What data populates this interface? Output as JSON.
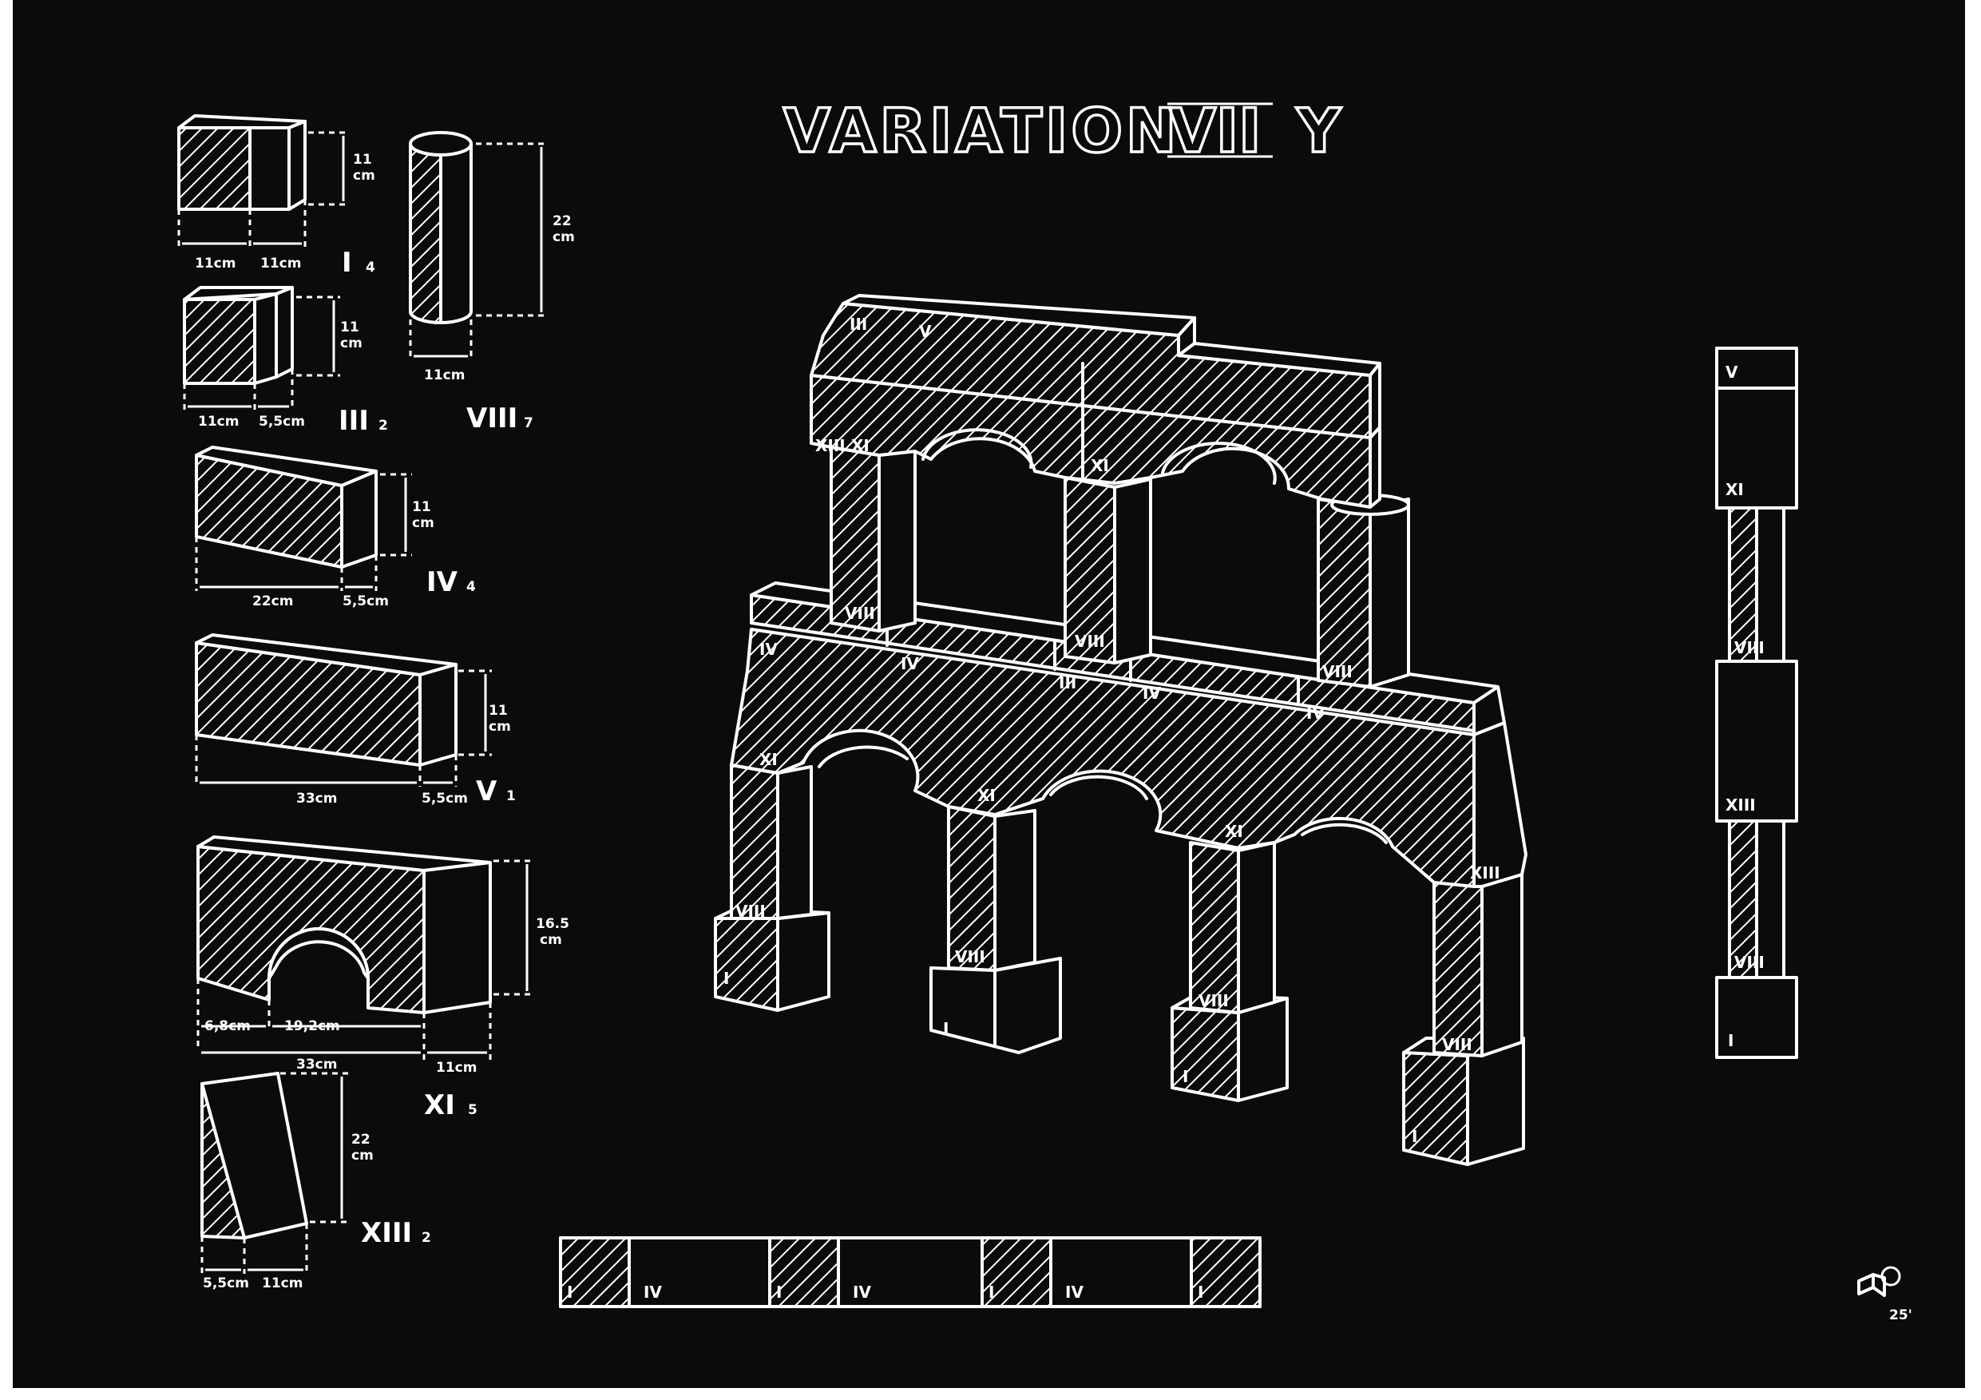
{
  "title": "VARIATION",
  "title_numeral": "VII",
  "title_suffix": "Y",
  "parts": [
    {
      "id": "I",
      "count": "4",
      "dims": [
        "11cm",
        "11cm",
        "11",
        "cm"
      ]
    },
    {
      "id": "III",
      "count": "2",
      "dims": [
        "11cm",
        "5,5cm",
        "11",
        "cm"
      ]
    },
    {
      "id": "IV",
      "count": "4",
      "dims": [
        "22cm",
        "5,5cm",
        "11",
        "cm"
      ]
    },
    {
      "id": "V",
      "count": "1",
      "dims": [
        "33cm",
        "5,5cm",
        "11",
        "cm"
      ]
    },
    {
      "id": "XI",
      "count": "5",
      "dims": [
        "6,8cm",
        "19,2cm",
        "33cm",
        "11cm",
        "16.5",
        "cm"
      ]
    },
    {
      "id": "XIII",
      "count": "2",
      "dims": [
        "5,5cm",
        "11cm",
        "22",
        "cm"
      ]
    },
    {
      "id": "VIII",
      "count": "7",
      "dims": [
        "11cm",
        "22",
        "cm"
      ]
    }
  ],
  "structure_labels": {
    "top": [
      "III",
      "V",
      "XIII",
      "XI",
      "XI"
    ],
    "columns_upper": [
      "VIII",
      "VIII",
      "VIII"
    ],
    "middle": [
      "IV",
      "IV",
      "III",
      "IV",
      "IV"
    ],
    "arches_lower": [
      "XI",
      "XI",
      "XI",
      "XIII"
    ],
    "columns_lower": [
      "VIII",
      "VIII",
      "VIII",
      "VIII"
    ],
    "bases": [
      "I",
      "I",
      "I",
      "I"
    ]
  },
  "side_view": [
    "V",
    "XI",
    "VIII",
    "XIII",
    "VIII",
    "I"
  ],
  "bottom_strip": [
    "I",
    "IV",
    "I",
    "IV",
    "I",
    "IV",
    "I"
  ],
  "signature_year": "25'"
}
